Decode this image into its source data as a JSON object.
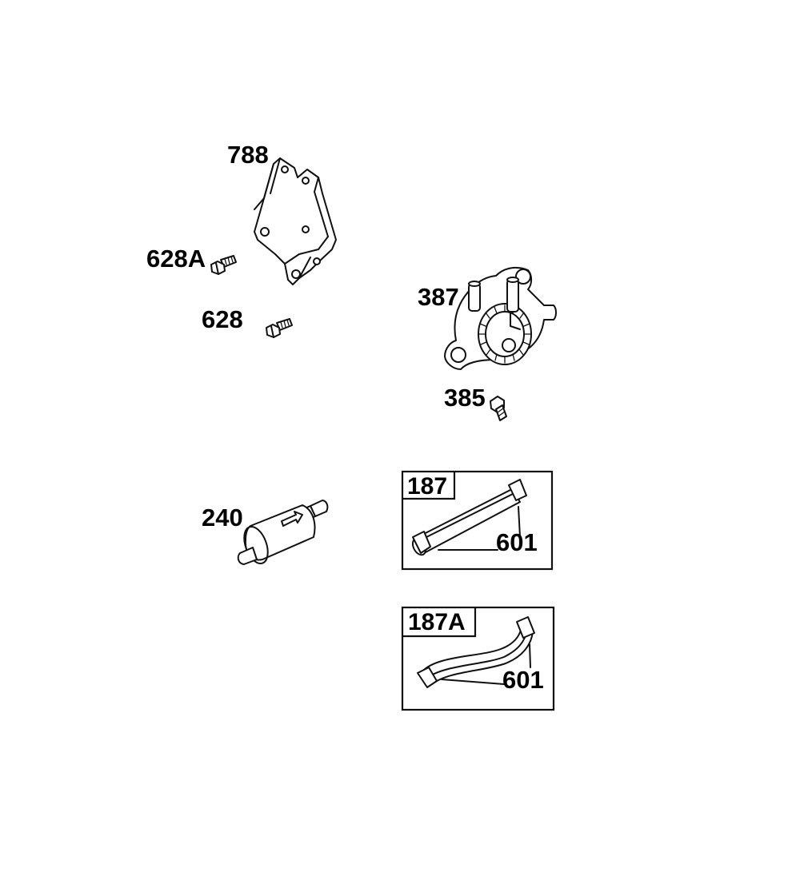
{
  "parts": {
    "bracket": "788",
    "screw_upper": "628A",
    "screw_lower": "628",
    "fuel_pump": "387",
    "pump_screw": "385",
    "fuel_filter": "240",
    "hose_kit_straight": "187",
    "hose_kit_straight_clamp": "601",
    "hose_kit_curved": "187A",
    "hose_kit_curved_clamp": "601"
  }
}
